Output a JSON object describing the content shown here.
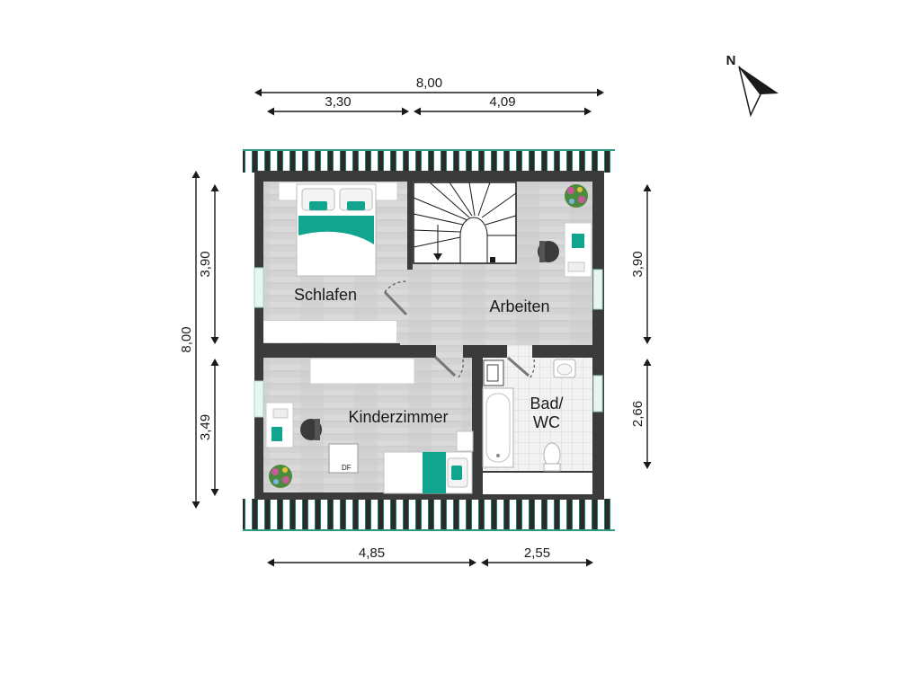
{
  "compass": {
    "label": "N"
  },
  "dimensions": {
    "top_total": "8,00",
    "top_left": "3,30",
    "top_right": "4,09",
    "left_total": "8,00",
    "left_upper": "3,90",
    "left_lower": "3,49",
    "right_upper": "3,90",
    "right_lower": "2,66",
    "bottom_left": "4,85",
    "bottom_right": "2,55"
  },
  "rooms": {
    "schlafen": "Schlafen",
    "arbeiten": "Arbeiten",
    "kinderzimmer": "Kinderzimmer",
    "bad_line1": "Bad/",
    "bad_line2": "WC"
  },
  "markers": {
    "df": "DF"
  },
  "colors": {
    "wall": "#3b3b3b",
    "floor": "#d6d6d6",
    "bath_floor": "#eeeeee",
    "accent": "#10a58c",
    "roof": "#1f8a74"
  }
}
